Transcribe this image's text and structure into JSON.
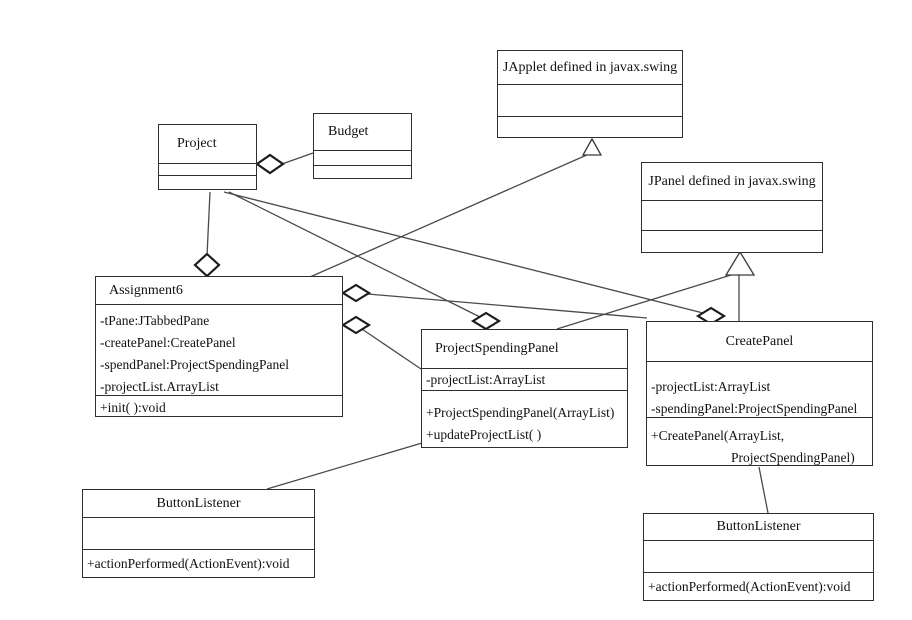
{
  "diagram": {
    "kind": "uml-class-diagram",
    "background_color": "#ffffff",
    "line_color": "#4a4a4a",
    "border_color": "#2e2e2e"
  },
  "classes": {
    "japplet": {
      "title": "JApplet defined in javax.swing",
      "attributes": [],
      "methods": []
    },
    "project": {
      "title": "Project",
      "attributes": [],
      "methods": []
    },
    "budget": {
      "title": "Budget",
      "attributes": [],
      "methods": []
    },
    "jpanel": {
      "title": "JPanel defined in javax.swing",
      "attributes": [],
      "methods": []
    },
    "assignment6": {
      "title": "Assignment6",
      "attributes": [
        "-tPane:JTabbedPane",
        "-createPanel:CreatePanel",
        "-spendPanel:ProjectSpendingPanel",
        "-projectList.ArrayList"
      ],
      "methods": [
        "+init( ):void"
      ]
    },
    "project_spending_panel": {
      "title": "ProjectSpendingPanel",
      "attributes": [
        "-projectList:ArrayList"
      ],
      "methods": [
        "+ProjectSpendingPanel(ArrayList)",
        "+updateProjectList( )"
      ]
    },
    "create_panel": {
      "title": "CreatePanel",
      "attributes": [
        "-projectList:ArrayList",
        "-spendingPanel:ProjectSpendingPanel"
      ],
      "methods": [
        "+CreatePanel(ArrayList,",
        "ProjectSpendingPanel)"
      ]
    },
    "button_listener_left": {
      "title": "ButtonListener",
      "attributes": [],
      "methods": [
        "+actionPerformed(ActionEvent):void"
      ]
    },
    "button_listener_right": {
      "title": "ButtonListener",
      "attributes": [],
      "methods": [
        "+actionPerformed(ActionEvent):void"
      ]
    }
  },
  "relationships": [
    {
      "type": "aggregation",
      "whole": "Project",
      "part": "Budget"
    },
    {
      "type": "aggregation",
      "whole": "Assignment6",
      "part": "Project"
    },
    {
      "type": "aggregation",
      "whole": "Assignment6",
      "part": "CreatePanel"
    },
    {
      "type": "aggregation",
      "whole": "Assignment6",
      "part": "ProjectSpendingPanel"
    },
    {
      "type": "aggregation",
      "whole": "ProjectSpendingPanel",
      "part": "Project"
    },
    {
      "type": "aggregation",
      "whole": "CreatePanel",
      "part": "Project"
    },
    {
      "type": "generalization",
      "child": "Assignment6",
      "parent": "JApplet"
    },
    {
      "type": "generalization",
      "child": "ProjectSpendingPanel",
      "parent": "JPanel"
    },
    {
      "type": "generalization",
      "child": "CreatePanel",
      "parent": "JPanel"
    },
    {
      "type": "association",
      "from": "ProjectSpendingPanel",
      "to": "ButtonListener (left)"
    },
    {
      "type": "association",
      "from": "CreatePanel",
      "to": "ButtonListener (right)"
    }
  ]
}
